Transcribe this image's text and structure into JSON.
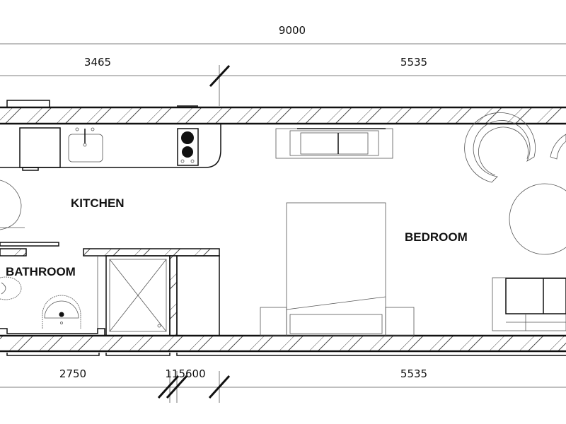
{
  "dimensions": {
    "overall": "9000",
    "top_left": "3465",
    "top_right": "5535",
    "bottom_left": "2750",
    "bottom_middle": "115600",
    "bottom_right": "5535"
  },
  "rooms": {
    "kitchen": "KITCHEN",
    "bedroom": "BEDROOM",
    "bathroom": "BATHROOM"
  },
  "colors": {
    "line": "#111111",
    "background": "#ffffff"
  }
}
